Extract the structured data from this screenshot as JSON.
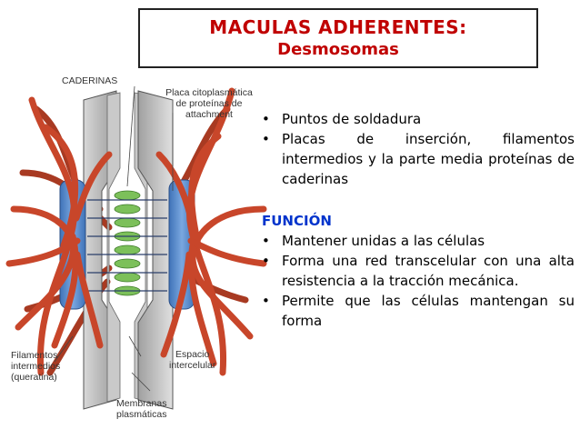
{
  "title": {
    "line1": "MACULAS ADHERENTES:",
    "line2": "Desmosomas"
  },
  "diagram": {
    "labels": {
      "caderinas": "CADERINAS",
      "placa": [
        "Placa citoplasmática",
        "de proteínas de",
        "attachment"
      ],
      "filamentos": [
        "Filamentos",
        "intermedios",
        "(queratina)"
      ],
      "espacio": [
        "Espacio",
        "intercelular"
      ],
      "membranas": [
        "Membranas",
        "plasmáticas"
      ]
    },
    "colors": {
      "filament": "#c8462a",
      "plaque": "#5a8fd0",
      "membrane": "#b8b8b8",
      "cadherin": "#7cc05a"
    }
  },
  "bullets_top": [
    "Puntos de soldadura",
    "Placas de inserción, filamentos intermedios y la parte media proteínas de caderinas"
  ],
  "funcion_heading": "FUNCIÓN",
  "bullets_funcion": [
    "Mantener unidas a las células",
    "Forma una red transcelular con una alta resistencia a la tracción mecánica.",
    "Permite que las células mantengan su forma"
  ]
}
